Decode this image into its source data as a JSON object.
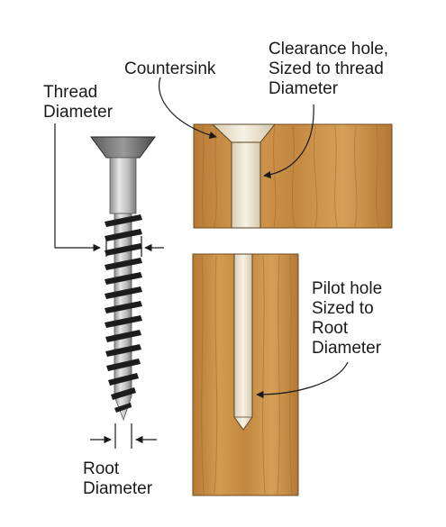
{
  "labels": {
    "countersink": "Countersink",
    "clearance": [
      "Clearance hole,",
      "Sized to thread",
      "Diameter"
    ],
    "thread": [
      "Thread",
      "Diameter"
    ],
    "pilot": [
      "Pilot hole",
      "Sized to",
      "Root",
      "Diameter"
    ],
    "root": [
      "Root",
      "Diameter"
    ]
  },
  "colors": {
    "wood": "#c98e43",
    "wood_dark": "#9c6a2c",
    "hole": "#f0ead8",
    "screw_shank": "#c8c8c8",
    "screw_thread": "#1c1c1c"
  }
}
